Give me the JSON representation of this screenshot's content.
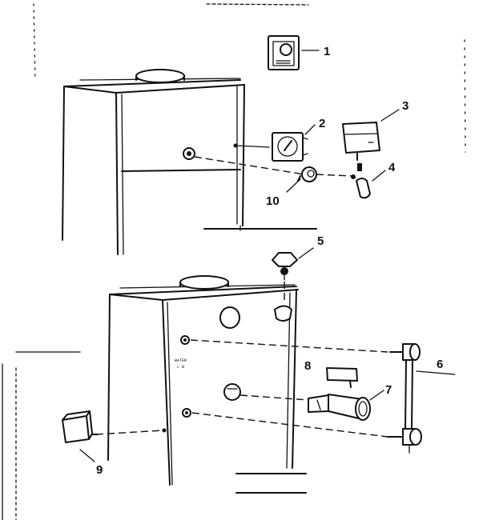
{
  "callouts": {
    "c1": "1",
    "c2": "2",
    "c3": "3",
    "c4": "4",
    "c5": "5",
    "c6": "6",
    "c7": "7",
    "c8": "8",
    "c9": "9",
    "c10": "10"
  },
  "boiler_label": {
    "line1": "WATER",
    "line2": "L W"
  }
}
